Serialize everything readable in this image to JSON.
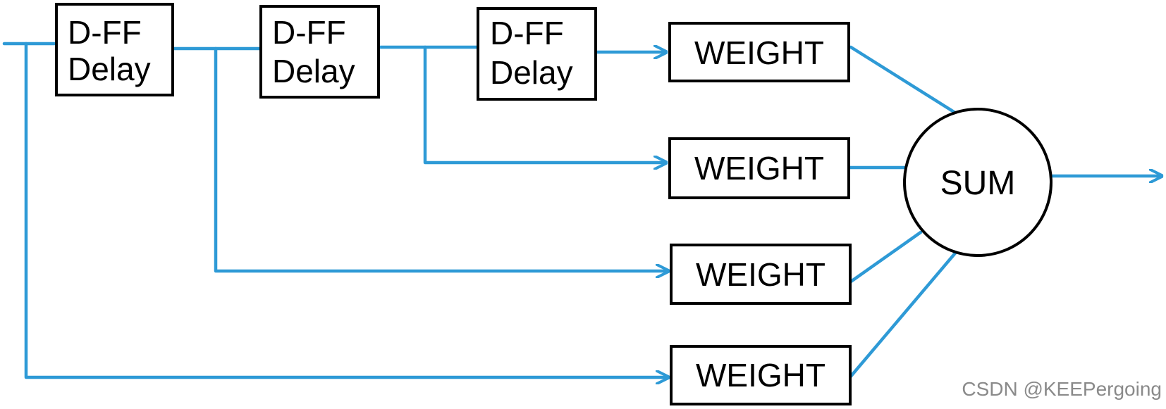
{
  "diagram": {
    "delays": [
      {
        "line1": "D-FF",
        "line2": "Delay"
      },
      {
        "line1": "D-FF",
        "line2": "Delay"
      },
      {
        "line1": "D-FF",
        "line2": "Delay"
      }
    ],
    "weights": [
      "WEIGHT",
      "WEIGHT",
      "WEIGHT",
      "WEIGHT"
    ],
    "sum_label": "SUM",
    "wire_color": "#2e9ad6",
    "box_color": "#000000"
  },
  "watermark": "CSDN @KEEPergoing"
}
